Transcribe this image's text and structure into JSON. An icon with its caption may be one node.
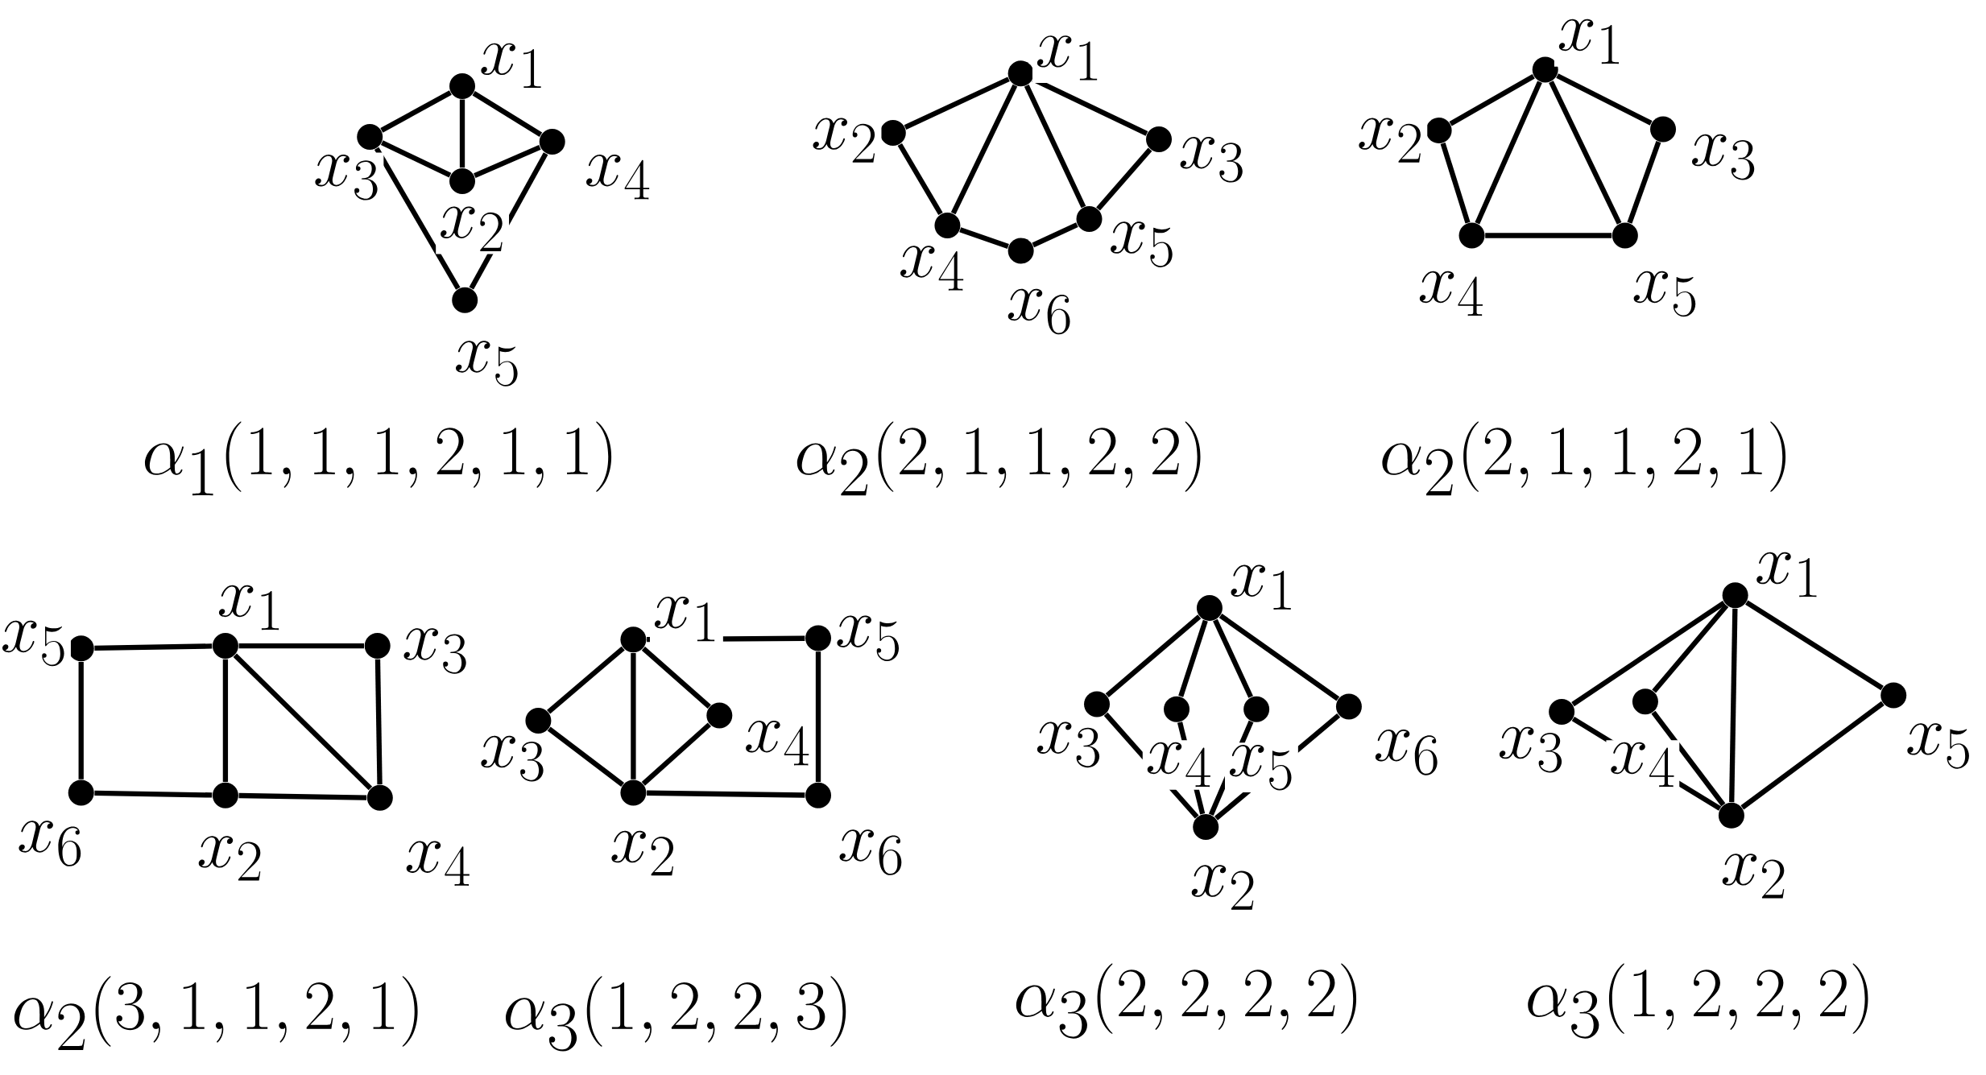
{
  "diagram": {
    "nodes": [
      {
        "text": [],
        "shape": "circle",
        "beside": [
          "x_1"
        ]
      },
      {
        "text": [],
        "shape": "circle",
        "beside": [
          "x_2"
        ]
      },
      {
        "text": [],
        "shape": "circle",
        "beside": [
          "x_3"
        ]
      },
      {
        "text": [],
        "shape": "circle",
        "beside": [
          "x_4"
        ]
      },
      {
        "text": [],
        "shape": "circle",
        "beside": [
          "x_5"
        ]
      },
      {
        "text": [],
        "shape": "circle",
        "beside": [
          "x_1"
        ]
      },
      {
        "text": [],
        "shape": "circle",
        "beside": [
          "x_2"
        ]
      },
      {
        "text": [],
        "shape": "circle",
        "beside": [
          "x_3"
        ]
      },
      {
        "text": [],
        "shape": "circle",
        "beside": [
          "x_4"
        ]
      },
      {
        "text": [],
        "shape": "circle",
        "beside": [
          "x_5"
        ]
      },
      {
        "text": [],
        "shape": "circle",
        "beside": [
          "x_6"
        ]
      },
      {
        "text": [],
        "shape": "circle",
        "beside": [
          "x_1"
        ]
      },
      {
        "text": [],
        "shape": "circle",
        "beside": [
          "x_2"
        ]
      },
      {
        "text": [],
        "shape": "circle",
        "beside": [
          "x_3"
        ]
      },
      {
        "text": [],
        "shape": "circle",
        "beside": [
          "x_4"
        ]
      },
      {
        "text": [],
        "shape": "circle",
        "beside": [
          "x_5"
        ]
      },
      {
        "text": [],
        "shape": "circle",
        "beside": [
          "x_1"
        ]
      },
      {
        "text": [],
        "shape": "circle",
        "beside": [
          "x_2"
        ]
      },
      {
        "text": [],
        "shape": "circle",
        "beside": [
          "x_3"
        ]
      },
      {
        "text": [],
        "shape": "circle",
        "beside": [
          "x_4"
        ]
      },
      {
        "text": [],
        "shape": "circle",
        "beside": [
          "x_5"
        ]
      },
      {
        "text": [],
        "shape": "circle",
        "beside": [
          "x_6"
        ]
      },
      {
        "text": [],
        "shape": "circle",
        "beside": [
          "x_1"
        ]
      },
      {
        "text": [],
        "shape": "circle",
        "beside": [
          "x_2"
        ]
      },
      {
        "text": [],
        "shape": "circle",
        "beside": [
          "x_3"
        ]
      },
      {
        "text": [],
        "shape": "circle",
        "beside": [
          "x_4"
        ]
      },
      {
        "text": [],
        "shape": "circle",
        "beside": [
          "x_5"
        ]
      },
      {
        "text": [],
        "shape": "circle",
        "beside": [
          "x_6"
        ]
      },
      {
        "text": [],
        "shape": "circle",
        "beside": [
          "x_1"
        ]
      },
      {
        "text": [],
        "shape": "circle",
        "beside": [
          "x_2"
        ]
      },
      {
        "text": [],
        "shape": "circle",
        "beside": [
          "x_3"
        ]
      },
      {
        "text": [],
        "shape": "circle",
        "beside": [
          "x_4"
        ]
      },
      {
        "text": [],
        "shape": "circle",
        "beside": [
          "x_5"
        ]
      },
      {
        "text": [],
        "shape": "circle",
        "beside": [
          "x_6"
        ]
      },
      {
        "text": [],
        "shape": "circle",
        "beside": [
          "x_1"
        ]
      },
      {
        "text": [],
        "shape": "circle",
        "beside": [
          "x_2"
        ]
      },
      {
        "text": [],
        "shape": "circle",
        "beside": [
          "x_3"
        ]
      },
      {
        "text": [],
        "shape": "circle",
        "beside": [
          "x_4"
        ]
      },
      {
        "text": [],
        "shape": "circle",
        "beside": [
          "x_5"
        ]
      }
    ],
    "edges": [
      {
        "from": 0,
        "to": 2,
        "arrow": "none"
      },
      {
        "from": 0,
        "to": 1,
        "arrow": "none"
      },
      {
        "from": 0,
        "to": 3,
        "arrow": "none"
      },
      {
        "from": 2,
        "to": 1,
        "arrow": "none"
      },
      {
        "from": 1,
        "to": 3,
        "arrow": "none"
      },
      {
        "from": 2,
        "to": 4,
        "arrow": "none"
      },
      {
        "from": 3,
        "to": 4,
        "arrow": "none"
      },
      {
        "from": 5,
        "to": 6,
        "arrow": "none"
      },
      {
        "from": 5,
        "to": 8,
        "arrow": "none"
      },
      {
        "from": 5,
        "to": 9,
        "arrow": "none"
      },
      {
        "from": 5,
        "to": 7,
        "arrow": "none"
      },
      {
        "from": 6,
        "to": 8,
        "arrow": "none"
      },
      {
        "from": 8,
        "to": 10,
        "arrow": "none"
      },
      {
        "from": 10,
        "to": 9,
        "arrow": "none"
      },
      {
        "from": 9,
        "to": 7,
        "arrow": "none"
      },
      {
        "from": 11,
        "to": 12,
        "arrow": "none"
      },
      {
        "from": 11,
        "to": 14,
        "arrow": "none"
      },
      {
        "from": 11,
        "to": 15,
        "arrow": "none"
      },
      {
        "from": 11,
        "to": 13,
        "arrow": "none"
      },
      {
        "from": 12,
        "to": 14,
        "arrow": "none"
      },
      {
        "from": 14,
        "to": 15,
        "arrow": "none"
      },
      {
        "from": 13,
        "to": 15,
        "arrow": "none"
      },
      {
        "from": 20,
        "to": 16,
        "arrow": "none"
      },
      {
        "from": 16,
        "to": 18,
        "arrow": "none"
      },
      {
        "from": 20,
        "to": 21,
        "arrow": "none"
      },
      {
        "from": 16,
        "to": 17,
        "arrow": "none"
      },
      {
        "from": 16,
        "to": 19,
        "arrow": "none"
      },
      {
        "from": 18,
        "to": 19,
        "arrow": "none"
      },
      {
        "from": 21,
        "to": 17,
        "arrow": "none"
      },
      {
        "from": 17,
        "to": 19,
        "arrow": "none"
      },
      {
        "from": 22,
        "to": 26,
        "arrow": "none"
      },
      {
        "from": 22,
        "to": 24,
        "arrow": "none"
      },
      {
        "from": 22,
        "to": 23,
        "arrow": "none"
      },
      {
        "from": 22,
        "to": 25,
        "arrow": "none"
      },
      {
        "from": 24,
        "to": 23,
        "arrow": "none"
      },
      {
        "from": 25,
        "to": 23,
        "arrow": "none"
      },
      {
        "from": 23,
        "to": 27,
        "arrow": "none"
      },
      {
        "from": 26,
        "to": 27,
        "arrow": "none"
      },
      {
        "from": 28,
        "to": 30,
        "arrow": "none"
      },
      {
        "from": 28,
        "to": 31,
        "arrow": "none"
      },
      {
        "from": 28,
        "to": 32,
        "arrow": "none"
      },
      {
        "from": 28,
        "to": 33,
        "arrow": "none"
      },
      {
        "from": 30,
        "to": 29,
        "arrow": "none"
      },
      {
        "from": 31,
        "to": 29,
        "arrow": "none"
      },
      {
        "from": 32,
        "to": 29,
        "arrow": "none"
      },
      {
        "from": 33,
        "to": 29,
        "arrow": "none"
      },
      {
        "from": 34,
        "to": 36,
        "arrow": "none"
      },
      {
        "from": 34,
        "to": 37,
        "arrow": "none"
      },
      {
        "from": 34,
        "to": 35,
        "arrow": "none"
      },
      {
        "from": 34,
        "to": 38,
        "arrow": "none"
      },
      {
        "from": 36,
        "to": 35,
        "arrow": "none"
      },
      {
        "from": 37,
        "to": 35,
        "arrow": "none"
      },
      {
        "from": 38,
        "to": 35,
        "arrow": "none"
      }
    ],
    "labels": [
      "\\alpha_1(1,1,1,2,1,1)",
      "\\alpha_2(2,1,1,2,2)",
      "\\alpha_2(2,1,1,2,1)",
      "\\alpha_2(3,1,1,2,1)",
      "\\alpha_3(1,2,2,3)",
      "\\alpha_3(2,2,2,2)",
      "\\alpha_3(1,2,2,2)"
    ]
  }
}
